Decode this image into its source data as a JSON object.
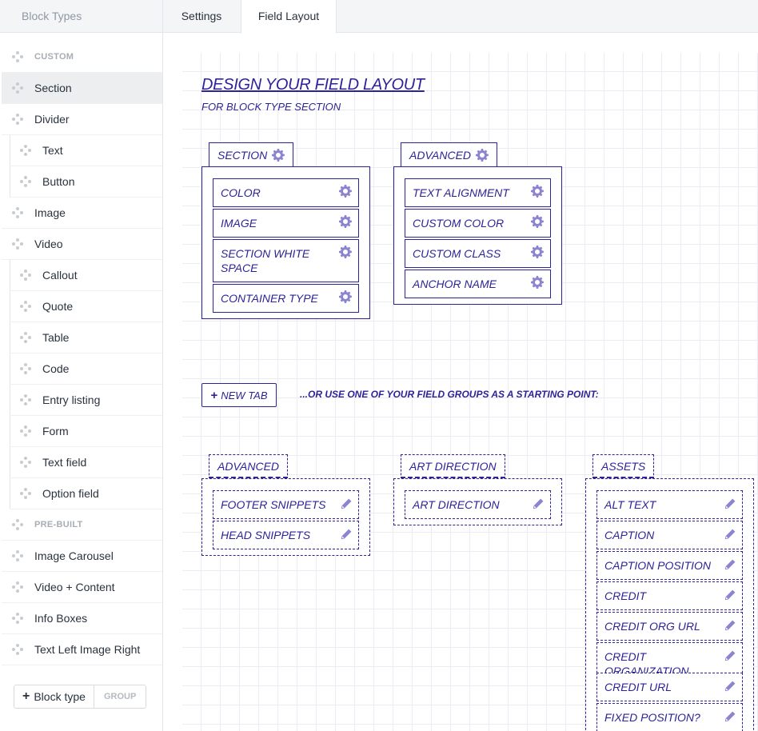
{
  "sidebar": {
    "header": "Block Types",
    "items": [
      {
        "label": "CUSTOM",
        "type": "heading"
      },
      {
        "label": "Section",
        "type": "item",
        "active": true
      },
      {
        "label": "Divider",
        "type": "item"
      },
      {
        "label": "Text",
        "type": "child"
      },
      {
        "label": "Button",
        "type": "child"
      },
      {
        "label": "Image",
        "type": "item"
      },
      {
        "label": "Video",
        "type": "item"
      },
      {
        "label": "Callout",
        "type": "child"
      },
      {
        "label": "Quote",
        "type": "child"
      },
      {
        "label": "Table",
        "type": "child"
      },
      {
        "label": "Code",
        "type": "child"
      },
      {
        "label": "Entry listing",
        "type": "child"
      },
      {
        "label": "Form",
        "type": "child"
      },
      {
        "label": "Text field",
        "type": "child"
      },
      {
        "label": "Option field",
        "type": "child"
      },
      {
        "label": "PRE-BUILT",
        "type": "heading"
      },
      {
        "label": "Image Carousel",
        "type": "item"
      },
      {
        "label": "Video + Content",
        "type": "item"
      },
      {
        "label": "Info Boxes",
        "type": "item"
      },
      {
        "label": "Text Left Image Right",
        "type": "item"
      }
    ],
    "add_block_type": "Block type",
    "group": "GROUP"
  },
  "tabs": {
    "settings": "Settings",
    "field_layout": "Field Layout"
  },
  "designer": {
    "title": "DESIGN YOUR FIELD LAYOUT",
    "subtitle": "FOR BLOCK TYPE SECTION",
    "layout_tabs": [
      {
        "name": "SECTION",
        "fields": [
          "COLOR",
          "IMAGE",
          "SECTION WHITE SPACE",
          "CONTAINER TYPE"
        ]
      },
      {
        "name": "ADVANCED",
        "fields": [
          "TEXT ALIGNMENT",
          "CUSTOM COLOR",
          "CUSTOM CLASS",
          "ANCHOR NAME"
        ]
      }
    ],
    "new_tab": "NEW TAB",
    "or_use": "...OR USE ONE OF YOUR FIELD GROUPS AS A STARTING POINT:",
    "field_groups": [
      {
        "name": "ADVANCED",
        "fields": [
          "FOOTER SNIPPETS",
          "HEAD SNIPPETS"
        ]
      },
      {
        "name": "ART DIRECTION",
        "fields": [
          "ART DIRECTION"
        ]
      },
      {
        "name": "ASSETS",
        "fields": [
          "ALT TEXT",
          "CAPTION",
          "CAPTION POSITION",
          "CREDIT",
          "CREDIT ORG URL",
          "CREDIT ORGANIZATION",
          "CREDIT URL",
          "FIXED POSITION?"
        ]
      }
    ]
  },
  "colors": {
    "accent": "#2d2398",
    "gear": "#8b84d0"
  }
}
